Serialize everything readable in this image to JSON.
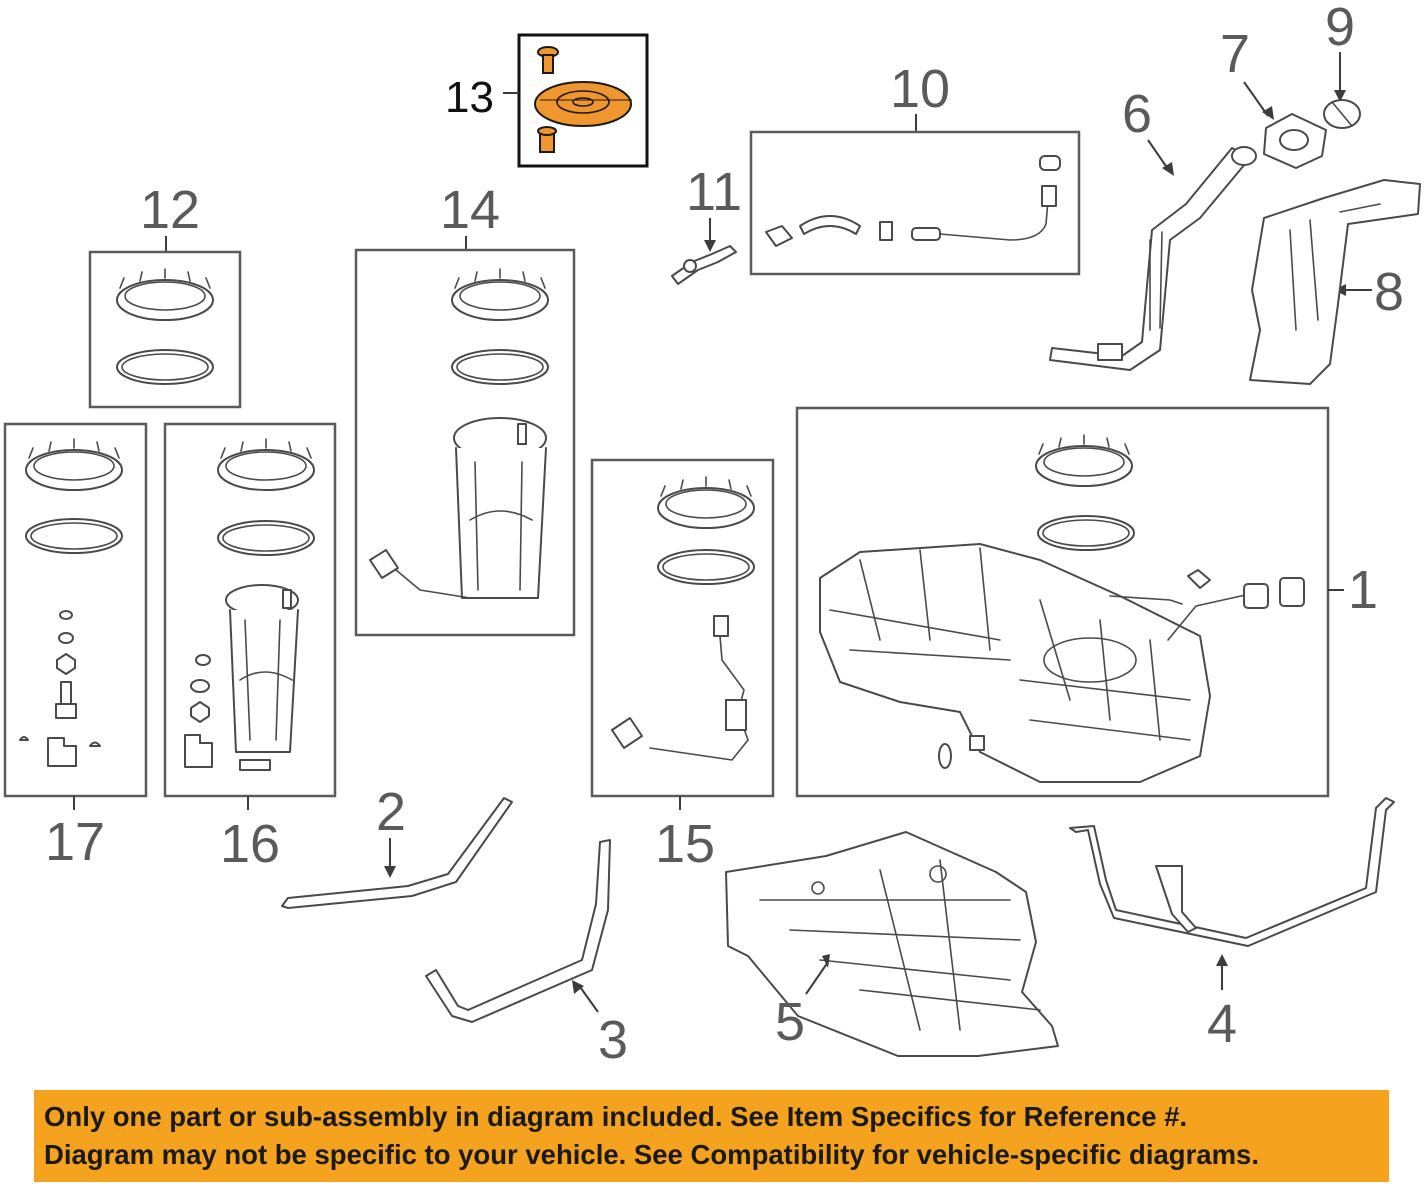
{
  "diagram": {
    "callouts": {
      "c1": "1",
      "c2": "2",
      "c3": "3",
      "c4": "4",
      "c5": "5",
      "c6": "6",
      "c7": "7",
      "c8": "8",
      "c9": "9",
      "c10": "10",
      "c11": "11",
      "c12": "12",
      "c13": "13",
      "c14": "14",
      "c15": "15",
      "c16": "16",
      "c17": "17"
    },
    "highlighted_part": "13",
    "highlight_color": "#f0962e"
  },
  "notice": {
    "line1": "Only one part or sub-assembly in diagram included. See Item Specifics for Reference #.",
    "line2": "Diagram may not be specific to your vehicle. See Compatibility for vehicle-specific diagrams.",
    "background": "#f5a21f"
  }
}
